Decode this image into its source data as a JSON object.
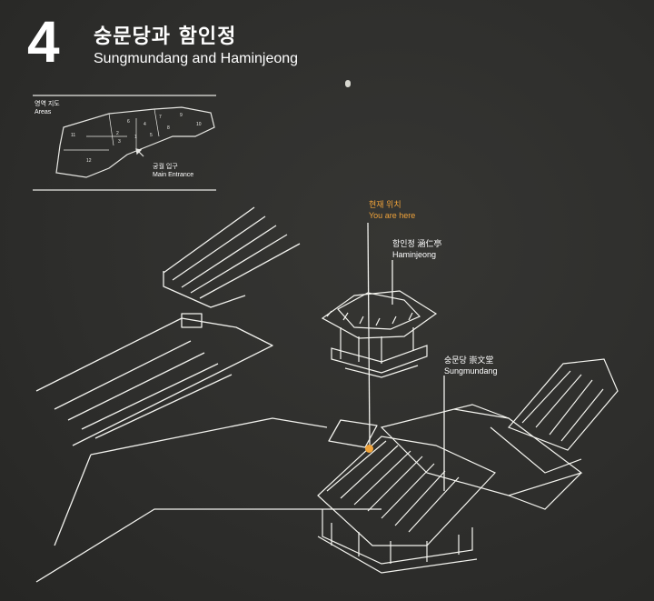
{
  "sign": {
    "number": "4",
    "title_ko": "숭문당과 함인정",
    "title_en": "Sungmundang and Haminjeong"
  },
  "minimap": {
    "areas_ko": "영역 지도",
    "areas_en": "Areas",
    "entrance_ko": "궁궐 입구",
    "entrance_en": "Main Entrance",
    "zone_numbers": [
      "9",
      "10",
      "11",
      "12",
      "1",
      "2",
      "3",
      "4",
      "5",
      "6",
      "7",
      "8"
    ]
  },
  "labels": {
    "you_are_here_ko": "현재 위치",
    "you_are_here_en": "You are here",
    "haminjeong_ko": "함인정 涵仁亭",
    "haminjeong_en": "Haminjeong",
    "sungmundang_ko": "숭문당 崇文堂",
    "sungmundang_en": "Sungmundang"
  },
  "colors": {
    "background": "#2f2f2d",
    "linework": "#ffffff",
    "highlight": "#f0a33a"
  }
}
